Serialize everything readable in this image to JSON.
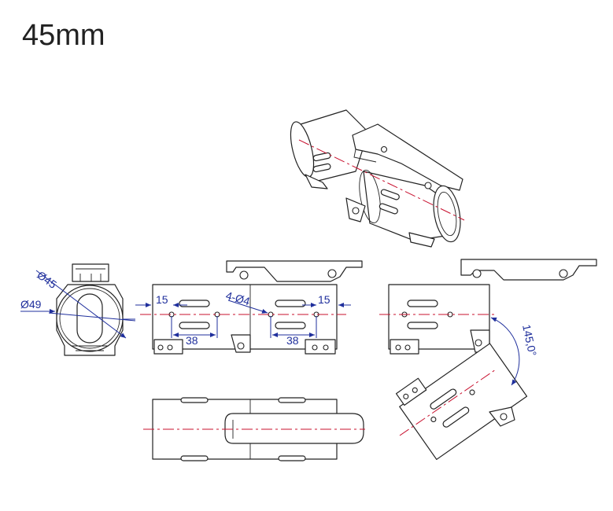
{
  "title": "45mm",
  "colors": {
    "line": "#222222",
    "centerline": "#c8102e",
    "dimension": "#1f2f9c"
  },
  "dimensions": {
    "inner_diameter": "Ø45",
    "outer_diameter": "Ø49",
    "edge_offset_left": "15",
    "edge_offset_right": "15",
    "hole_spacing_left": "38",
    "hole_spacing_right": "38",
    "hole_callout": "4-Ø4",
    "fold_angle": "145,0°"
  }
}
